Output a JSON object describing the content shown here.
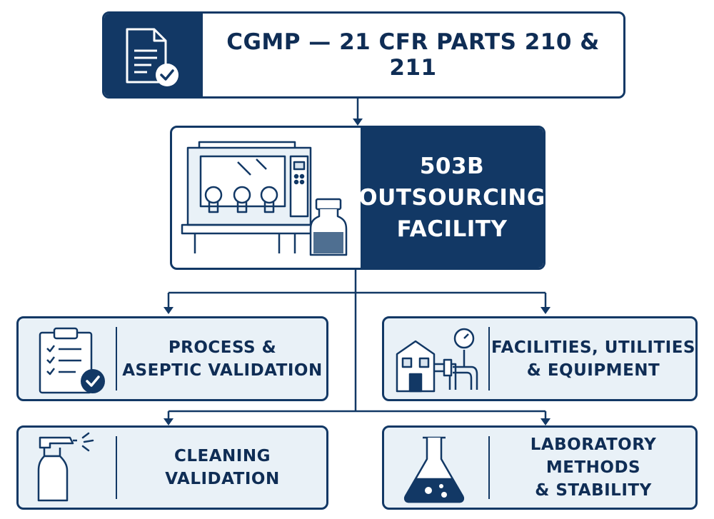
{
  "top": {
    "title": "CGMP — 21 CFR PARTS 210 & 211",
    "icon": "document-check-icon"
  },
  "center": {
    "lines": [
      "503B",
      "OUTSOURCING",
      "FACILITY"
    ],
    "icons": [
      "isolator-glovebox-icon",
      "vial-icon"
    ]
  },
  "nodes": {
    "process": {
      "lines": [
        "PROCESS &",
        "ASEPTIC VALIDATION"
      ],
      "icon": "clipboard-check-icon"
    },
    "facilities": {
      "lines": [
        "FACILITIES, UTILITIES",
        "& EQUIPMENT"
      ],
      "icon": "factory-pipes-icon"
    },
    "cleaning": {
      "lines": [
        "CLEANING VALIDATION"
      ],
      "icon": "spray-bottle-icon"
    },
    "laboratory": {
      "lines": [
        "LABORATORY METHODS",
        "& STABILITY"
      ],
      "icon": "flask-icon"
    }
  },
  "colors": {
    "navy": "#123865",
    "light_panel": "#e9f1f7",
    "icon_fill": "#d8e4ef"
  }
}
